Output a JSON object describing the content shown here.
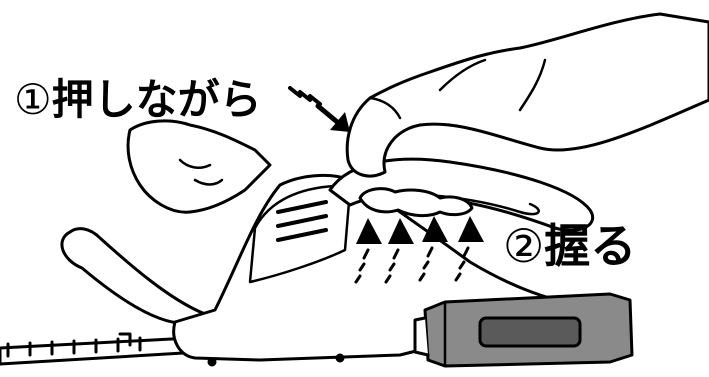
{
  "labels": {
    "step1": {
      "number": "①",
      "text": "押しながら"
    },
    "step2": {
      "number": "②",
      "text": "握る"
    }
  },
  "colors": {
    "line": "#000000",
    "battery": "#8a8a8a",
    "battery_dark": "#5a5a5a",
    "background": "#ffffff"
  },
  "icons": [
    "hand-icon",
    "push-arrow-icon",
    "grip-arrow-icon",
    "battery-icon",
    "hedge-trimmer-icon"
  ]
}
